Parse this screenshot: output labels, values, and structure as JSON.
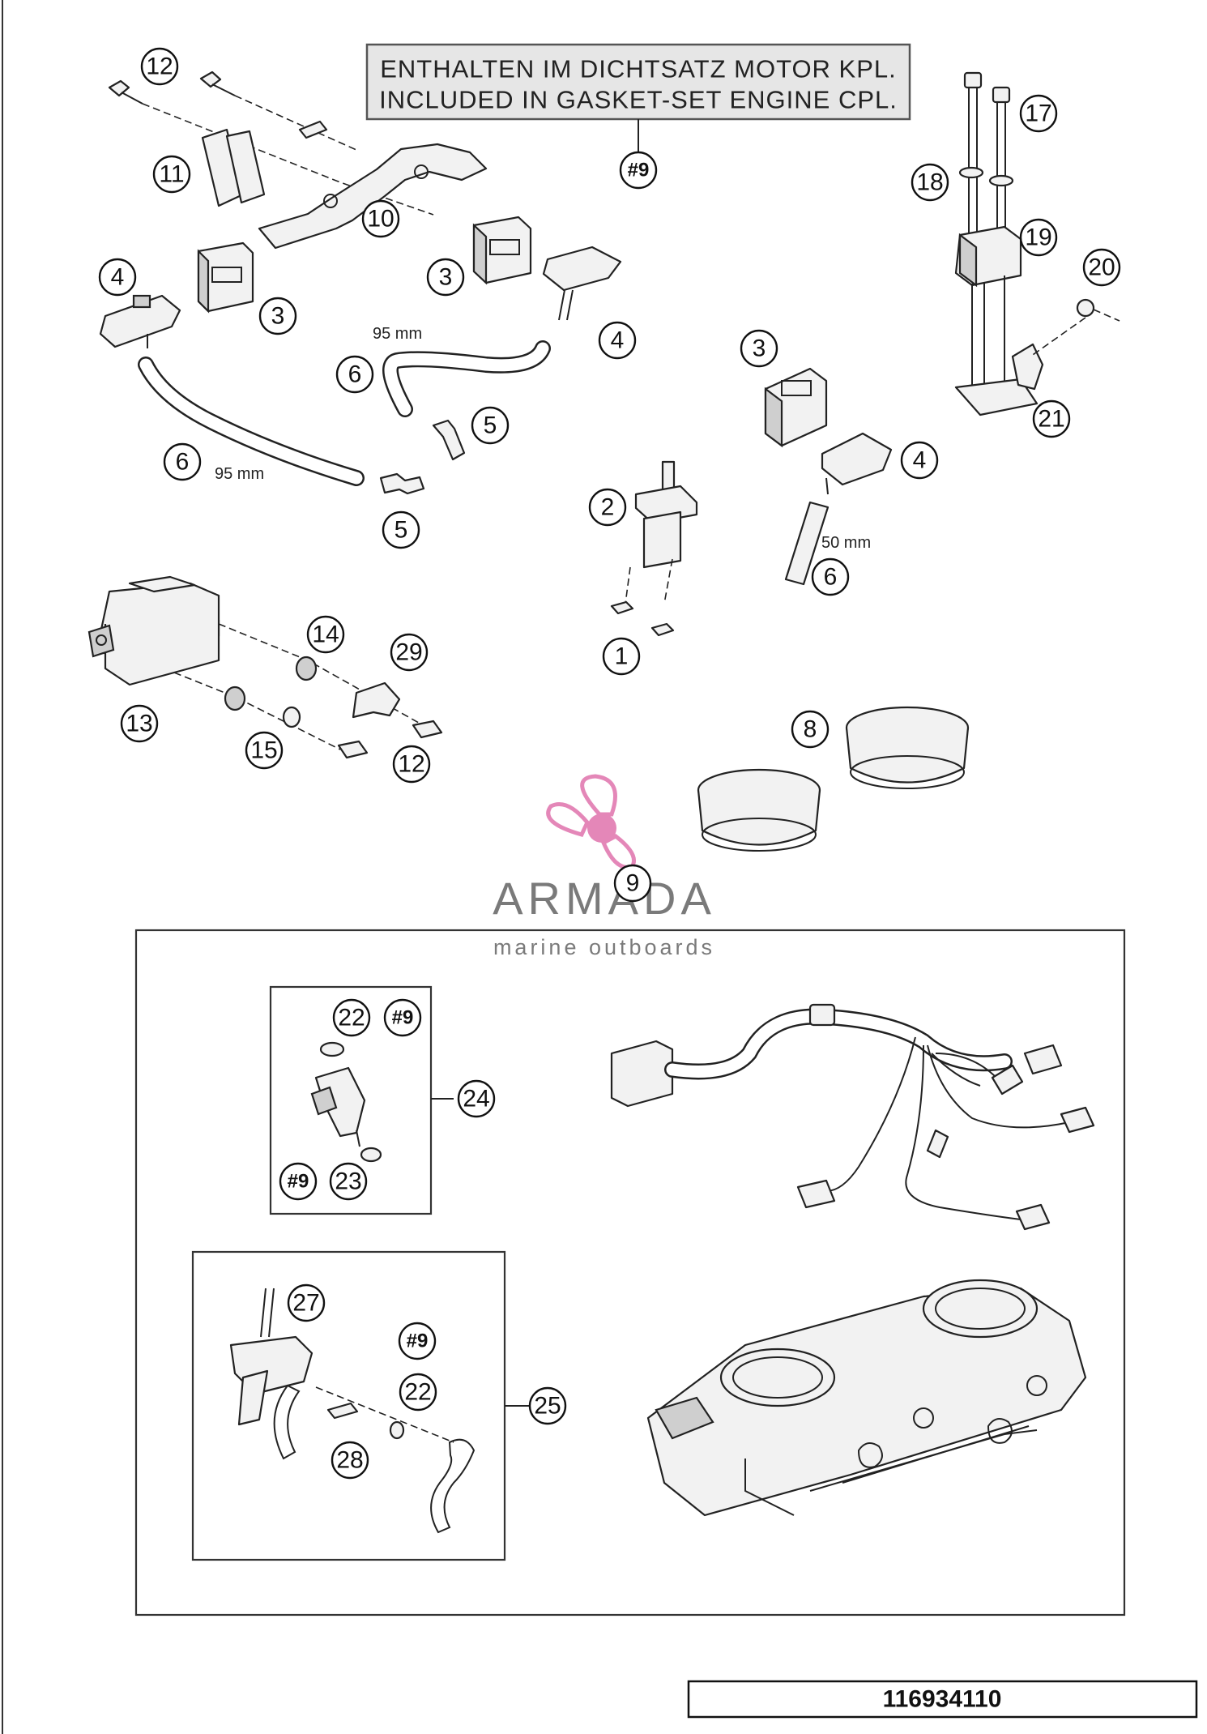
{
  "note": {
    "line1": "ENTHALTEN IM DICHTSATZ MOTOR KPL.",
    "line2": "INCLUDED IN GASKET-SET ENGINE CPL.",
    "ref": "#9"
  },
  "callouts": {
    "c12a": "12",
    "c11": "11",
    "c10": "10",
    "c9ref": "#9",
    "c17": "17",
    "c18": "18",
    "c19": "19",
    "c20": "20",
    "c21": "21",
    "c4a": "4",
    "c3a": "3",
    "c3b": "3",
    "c4b": "4",
    "c6a": "6",
    "c5a": "5",
    "c6b": "6",
    "c5b": "5",
    "c3c": "3",
    "c4c": "4",
    "c2": "2",
    "c6c": "6",
    "c1": "1",
    "c14": "14",
    "c29": "29",
    "c13": "13",
    "c15": "15",
    "c12b": "12",
    "c8": "8",
    "c9": "9",
    "c22a": "22",
    "c9b": "#9",
    "c24": "24",
    "c9c": "#9",
    "c23": "23",
    "c27": "27",
    "c9d": "#9",
    "c22b": "22",
    "c25": "25",
    "c28": "28"
  },
  "measurements": {
    "hose_upper": "95 mm",
    "hose_left": "95 mm",
    "hose_short": "50 mm"
  },
  "watermark": {
    "brand": "ARMADA",
    "tagline": "marine outboards",
    "accent_color": "#e487b8"
  },
  "part_number": "116934110"
}
